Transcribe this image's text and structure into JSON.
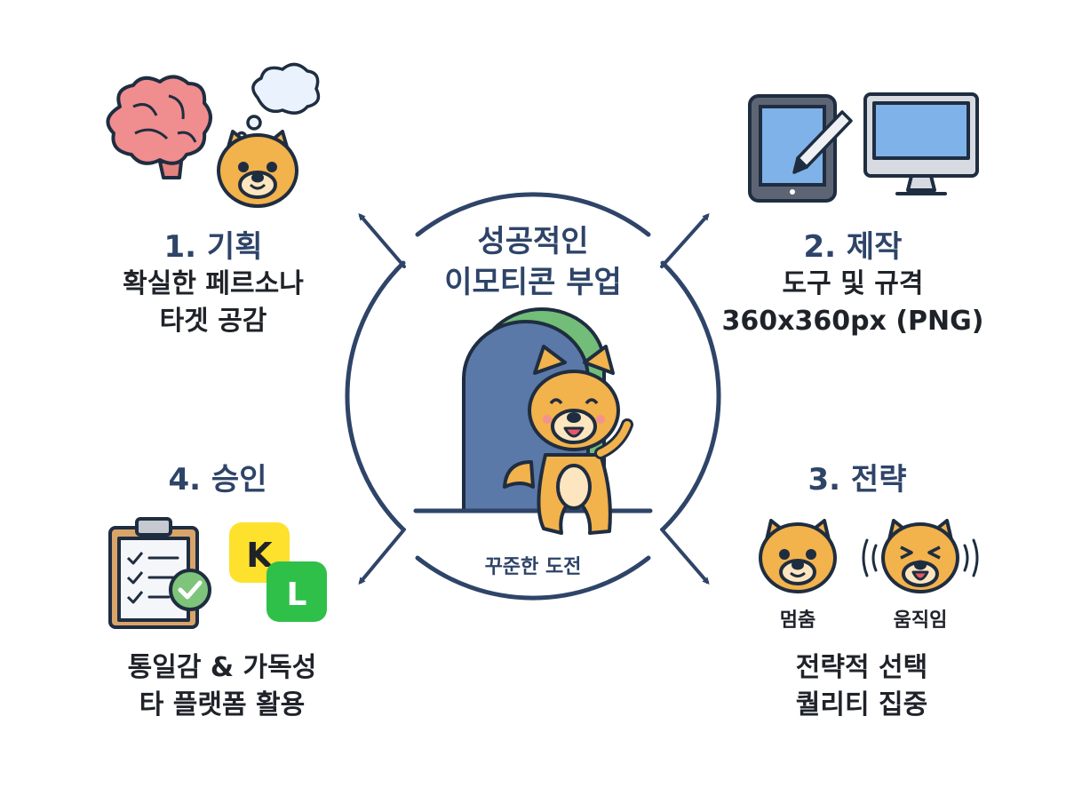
{
  "center": {
    "title_line1": "성공적인",
    "title_line2": "이모티콘 부업",
    "caption": "꾸준한 도전"
  },
  "steps": [
    {
      "title": "1. 기획",
      "lines": [
        "확실한 페르소나",
        "타겟 공감"
      ]
    },
    {
      "title": "2. 제작",
      "lines": [
        "도구 및 규격",
        "360x360px (PNG)"
      ]
    },
    {
      "title": "3. 전략",
      "labels": [
        "멈춤",
        "움직임"
      ],
      "lines": [
        "전략적 선택",
        "퀄리티 집중"
      ]
    },
    {
      "title": "4. 승인",
      "lines": [
        "통일감 & 가독성",
        "타 플랫폼 활용"
      ]
    }
  ],
  "badges": {
    "k": "K",
    "l": "L"
  },
  "colors": {
    "navy": "#2e4468",
    "dog": "#f2b24c",
    "dog_outline": "#1f2d40",
    "screen": "#7fb2e8",
    "door_blue": "#5a78a8",
    "door_green": "#72bd78",
    "kakao": "#fde12d",
    "line": "#2fc04a",
    "brain": "#f08d8f"
  },
  "icons": [
    "brain-icon",
    "thought-bubble-icon",
    "dog-face-icon",
    "tablet-icon",
    "stylus-icon",
    "monitor-icon",
    "dog-face-icon",
    "clipboard-icon",
    "check-circle-icon",
    "kakao-k-icon",
    "line-l-icon",
    "door-icon",
    "waving-dog-icon"
  ]
}
